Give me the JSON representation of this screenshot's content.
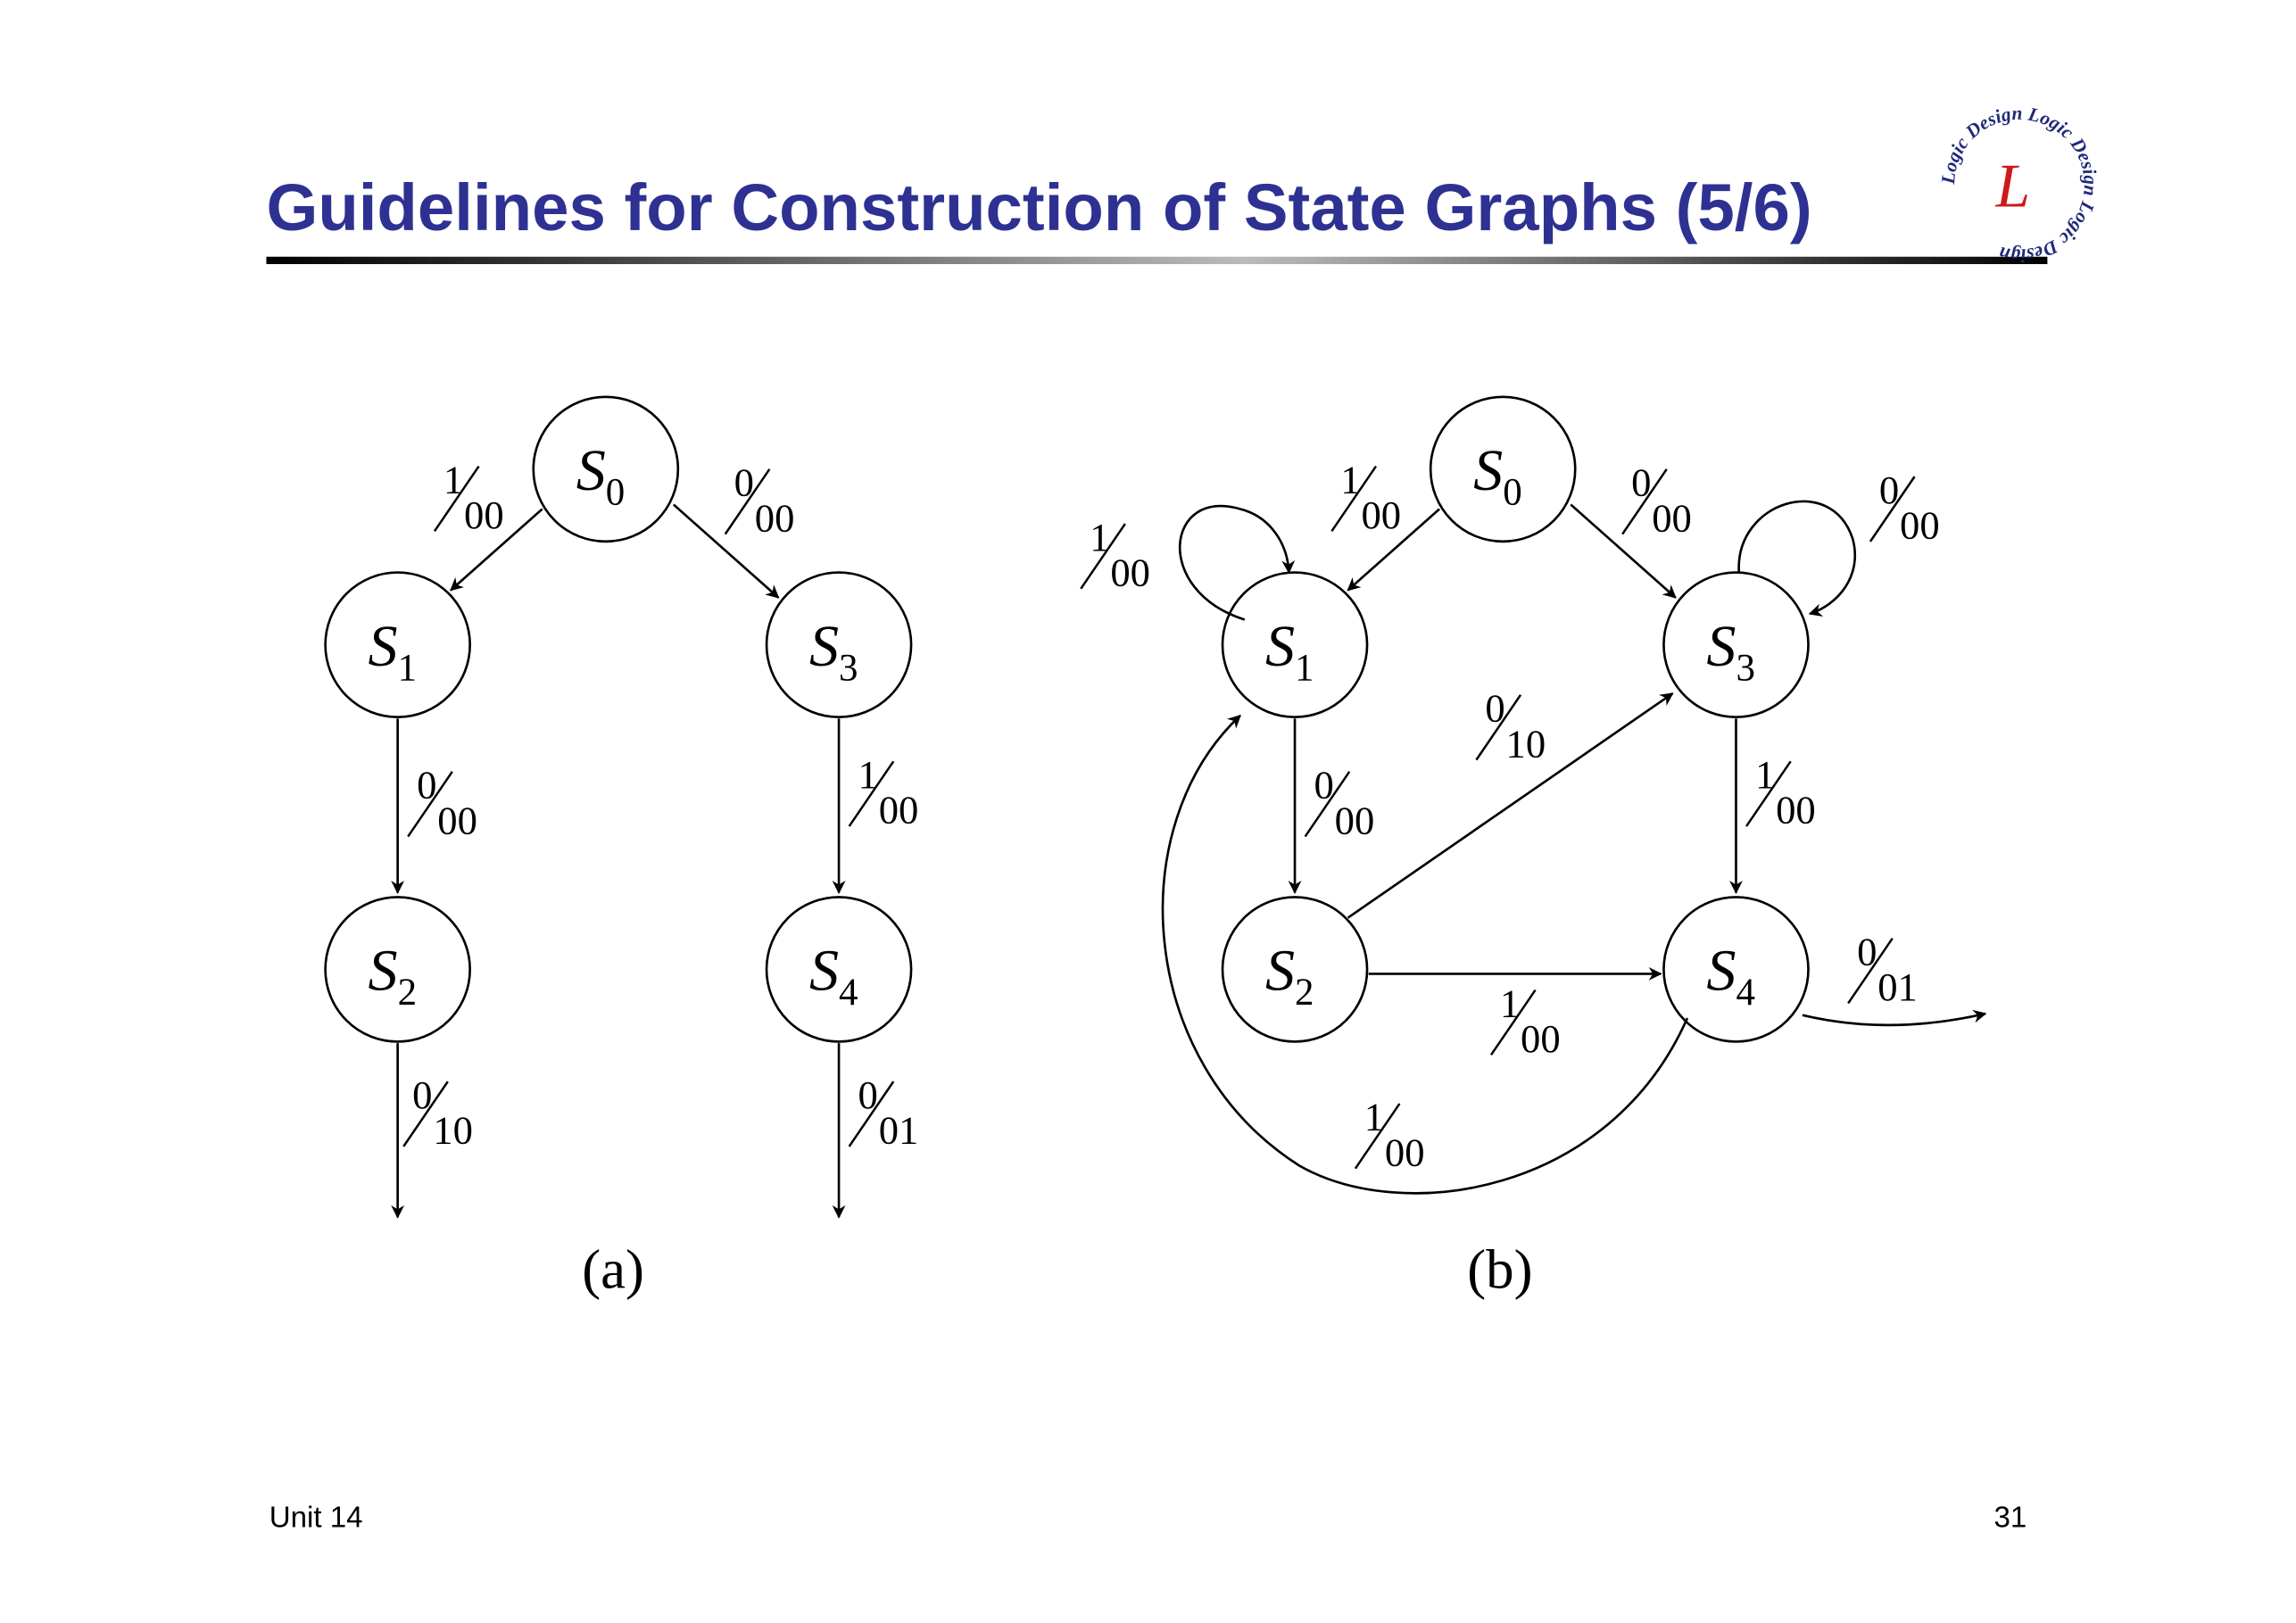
{
  "slide": {
    "title": "Guidelines for Construction of State Graphs  (5/6)",
    "footer_left": "Unit 14",
    "page_number": "31",
    "logo": {
      "ring_text": "Logic Design Logic Design Logic Design",
      "letter": "L"
    }
  },
  "colors": {
    "title": "#2e3192",
    "logo_letter": "#d01818",
    "logo_ring": "#1f2a7a"
  },
  "diagram_a": {
    "caption": "(a)",
    "states": [
      {
        "id": "S0",
        "letter": "S",
        "sub": "0"
      },
      {
        "id": "S1",
        "letter": "S",
        "sub": "1"
      },
      {
        "id": "S2",
        "letter": "S",
        "sub": "2"
      },
      {
        "id": "S3",
        "letter": "S",
        "sub": "3"
      },
      {
        "id": "S4",
        "letter": "S",
        "sub": "4"
      }
    ],
    "transitions": [
      {
        "from": "S0",
        "to": "S1",
        "input": "1",
        "output": "00"
      },
      {
        "from": "S0",
        "to": "S3",
        "input": "0",
        "output": "00"
      },
      {
        "from": "S1",
        "to": "S2",
        "input": "0",
        "output": "00"
      },
      {
        "from": "S3",
        "to": "S4",
        "input": "1",
        "output": "00"
      },
      {
        "from": "S2",
        "to": "out",
        "input": "0",
        "output": "10"
      },
      {
        "from": "S4",
        "to": "out",
        "input": "0",
        "output": "01"
      }
    ]
  },
  "diagram_b": {
    "caption": "(b)",
    "states": [
      {
        "id": "S0",
        "letter": "S",
        "sub": "0"
      },
      {
        "id": "S1",
        "letter": "S",
        "sub": "1"
      },
      {
        "id": "S2",
        "letter": "S",
        "sub": "2"
      },
      {
        "id": "S3",
        "letter": "S",
        "sub": "3"
      },
      {
        "id": "S4",
        "letter": "S",
        "sub": "4"
      }
    ],
    "transitions": [
      {
        "from": "S0",
        "to": "S1",
        "input": "1",
        "output": "00"
      },
      {
        "from": "S0",
        "to": "S3",
        "input": "0",
        "output": "00"
      },
      {
        "from": "S1",
        "to": "S1",
        "input": "1",
        "output": "00"
      },
      {
        "from": "S3",
        "to": "S3",
        "input": "0",
        "output": "00"
      },
      {
        "from": "S1",
        "to": "S2",
        "input": "0",
        "output": "00"
      },
      {
        "from": "S2",
        "to": "S3",
        "input": "0",
        "output": "10"
      },
      {
        "from": "S3",
        "to": "S4",
        "input": "1",
        "output": "00"
      },
      {
        "from": "S2",
        "to": "S4",
        "input": "1",
        "output": "00"
      },
      {
        "from": "S4",
        "to": "S1",
        "input": "1",
        "output": "00"
      },
      {
        "from": "S4",
        "to": "out",
        "input": "0",
        "output": "01"
      }
    ]
  }
}
